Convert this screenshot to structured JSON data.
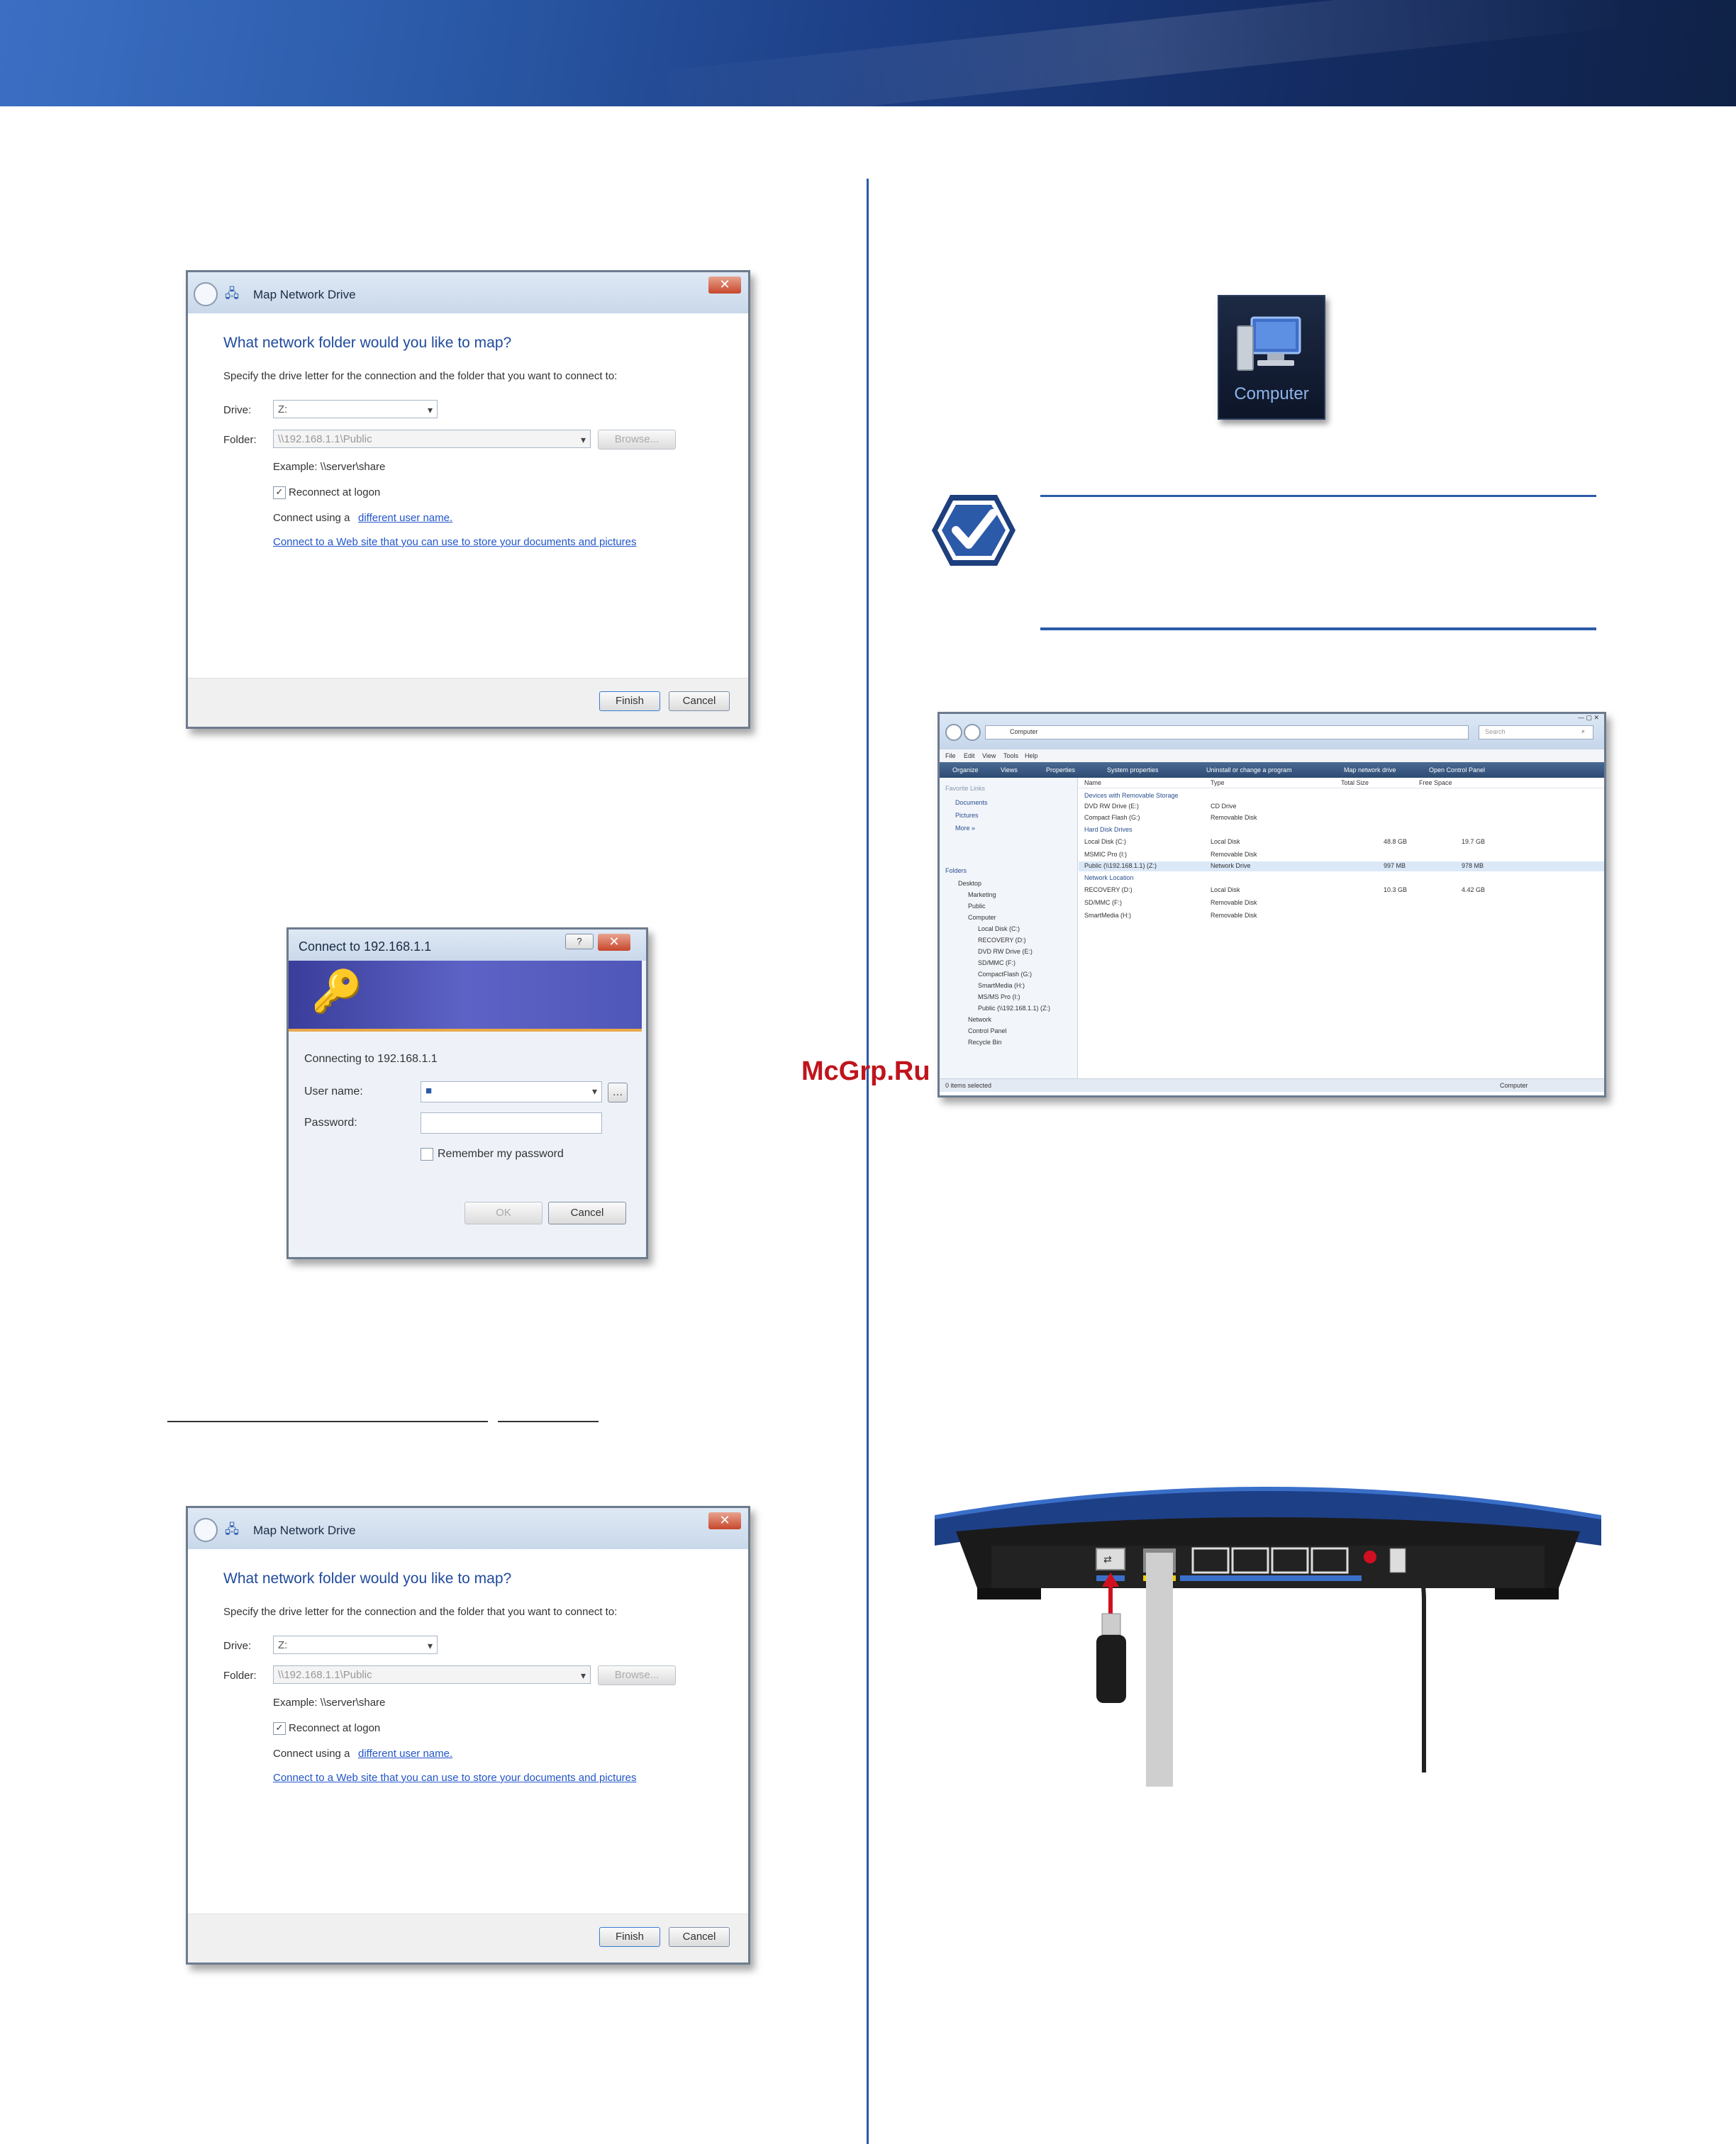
{
  "watermark": "McGrp.Ru",
  "map_dialog": {
    "title": "Map Network Drive",
    "close": "✕",
    "heading": "What network folder would you like to map?",
    "instruction": "Specify the drive letter for the connection and the folder that you want to connect to:",
    "drive_label": "Drive:",
    "drive_value": "Z:",
    "folder_label": "Folder:",
    "folder_value": "\\\\192.168.1.1\\Public",
    "browse": "Browse...",
    "example": "Example: \\\\server\\share",
    "reconnect": "Reconnect at logon",
    "connect_using_prefix": "Connect using a",
    "connect_using_link": "different user name.",
    "web_link": "Connect to a Web site that you can use to store your documents and pictures",
    "finish": "Finish",
    "cancel": "Cancel"
  },
  "connect_dialog": {
    "title": "Connect to 192.168.1.1",
    "connecting": "Connecting to 192.168.1.1",
    "username_label": "User name:",
    "password_label": "Password:",
    "remember": "Remember my password",
    "ok": "OK",
    "cancel": "Cancel"
  },
  "computer_icon": {
    "label": "Computer"
  },
  "explorer": {
    "address": "Computer",
    "search": "Search",
    "menu": [
      "File",
      "Edit",
      "View",
      "Tools",
      "Help"
    ],
    "toolbar": [
      "Organize",
      "Views",
      "Properties",
      "System properties",
      "Uninstall or change a program",
      "Map network drive",
      "Open Control Panel"
    ],
    "columns": [
      "Name",
      "Type",
      "Total Size",
      "Free Space"
    ],
    "groups": [
      "Hard Disk Drives",
      "Devices with Removable Storage",
      "Network Location"
    ],
    "rows": [
      {
        "name": "DVD RW Drive (E:)",
        "type": "CD Drive",
        "total": "",
        "free": ""
      },
      {
        "name": "Compact Flash (G:)",
        "type": "Removable Disk",
        "total": "",
        "free": ""
      },
      {
        "name": "Local Disk (C:)",
        "type": "Local Disk",
        "total": "48.8 GB",
        "free": "19.7 GB"
      },
      {
        "name": "MSMIC Pro (I:)",
        "type": "Removable Disk",
        "total": "",
        "free": ""
      },
      {
        "name": "Public (\\\\192.168.1.1) (Z:)",
        "type": "Network Drive",
        "total": "997 MB",
        "free": "978 MB"
      },
      {
        "name": "RECOVERY (D:)",
        "type": "Local Disk",
        "total": "10.3 GB",
        "free": "4.42 GB"
      },
      {
        "name": "SD/MMC (F:)",
        "type": "Removable Disk",
        "total": "",
        "free": ""
      },
      {
        "name": "SmartMedia (H:)",
        "type": "Removable Disk",
        "total": "",
        "free": ""
      }
    ],
    "nav": [
      "Favorite Links",
      "Documents",
      "Pictures",
      "More »",
      "Folders",
      "Desktop",
      "Marketing",
      "Public",
      "Computer",
      "Local Disk (C:)",
      "RECOVERY (D:)",
      "DVD RW Drive (E:)",
      "SD/MMC (F:)",
      "CompactFlash (G:)",
      "SmartMedia (H:)",
      "MS/MS Pro (I:)",
      "Public (\\\\192.168.1.1) (Z:)",
      "Network",
      "Control Panel",
      "Recycle Bin"
    ],
    "status_left": "0 items selected",
    "status_right": "Computer"
  },
  "colors": {
    "accent": "#2b5aa8",
    "link": "#2255c9",
    "heading": "#1f4a9c"
  }
}
